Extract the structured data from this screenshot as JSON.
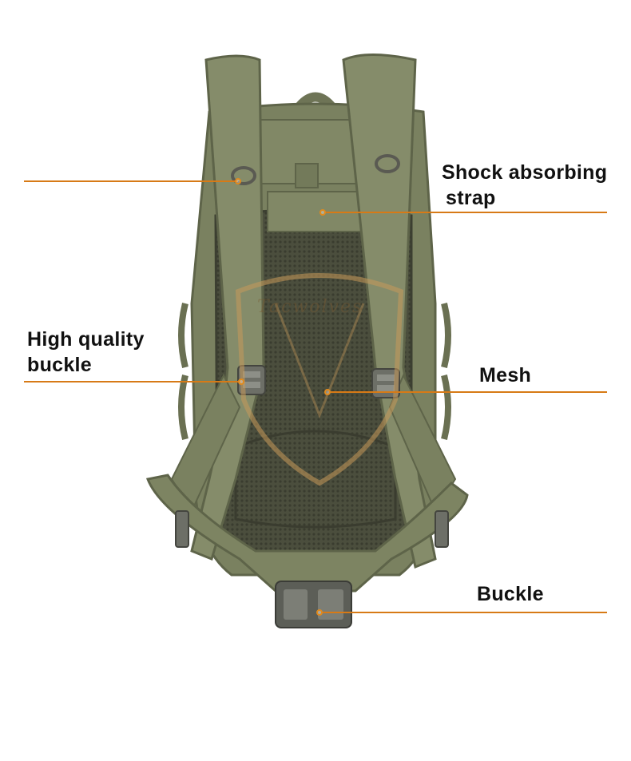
{
  "image": {
    "subject": "backpack-back-panel",
    "colors": {
      "fabric": "#7d8460",
      "fabric_dark": "#5f6447",
      "mesh": "#4a4d3c",
      "leader": "#d77a16",
      "watermark": "#c79a5a"
    }
  },
  "watermark": {
    "text": "Tacwolves"
  },
  "callouts": {
    "left_top": {
      "text": ""
    },
    "shock_strap": {
      "line1": "Shock absorbing",
      "line2": "strap"
    },
    "buckle_left": {
      "line1": "High quality",
      "line2": "buckle"
    },
    "mesh": {
      "text": "Mesh"
    },
    "buckle_bottom": {
      "text": "Buckle"
    }
  }
}
